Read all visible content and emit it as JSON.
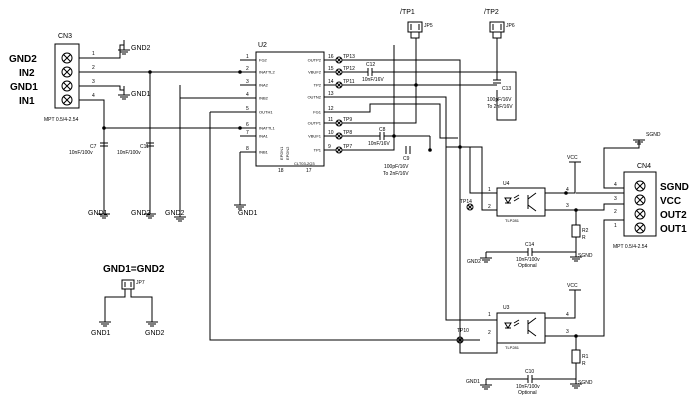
{
  "connectors": {
    "cn3": {
      "ref": "CN3",
      "part": "MPT 0.5/4-2.54",
      "labels": [
        "GND2",
        "IN2",
        "GND1",
        "IN1"
      ],
      "pins": [
        "1",
        "2",
        "3",
        "4"
      ]
    },
    "cn4": {
      "ref": "CN4",
      "part": "MPT 0.5/4-2.54",
      "labels": [
        "SGND",
        "VCC",
        "OUT2",
        "OUT1"
      ],
      "pins": [
        "4",
        "3",
        "2",
        "1"
      ]
    }
  },
  "u2": {
    "ref": "U2",
    "part": "CLT03-2Q3",
    "left_pins": [
      {
        "n": "1",
        "name": "FG2"
      },
      {
        "n": "2",
        "name": "INATTL2"
      },
      {
        "n": "3",
        "name": "INA2"
      },
      {
        "n": "4",
        "name": "INB2"
      },
      {
        "n": "5",
        "name": "OUTH1"
      },
      {
        "n": "6",
        "name": "INATTL1"
      },
      {
        "n": "7",
        "name": "INA1"
      },
      {
        "n": "8",
        "name": "INB1"
      }
    ],
    "right_pins": [
      {
        "n": "16",
        "name": "OUTP2"
      },
      {
        "n": "15",
        "name": "VBUF2"
      },
      {
        "n": "14",
        "name": "TP2"
      },
      {
        "n": "13",
        "name": "OUTN2"
      },
      {
        "n": "12",
        "name": "FG1"
      },
      {
        "n": "11",
        "name": "OUTP1"
      },
      {
        "n": "10",
        "name": "VBUF1"
      },
      {
        "n": "9",
        "name": "TP1"
      }
    ],
    "bottom_pins": [
      "18",
      "17"
    ],
    "center_labels": [
      "EPDN1",
      "EPDN2"
    ]
  },
  "testpoints": [
    "TP13",
    "TP12",
    "TP11",
    "TP9",
    "TP8",
    "TP7",
    "TP14",
    "TP10"
  ],
  "jumpers": {
    "jp5": "JP5",
    "jp6": "JP6",
    "jp7": "JP7",
    "tp1": "/TP1",
    "tp2": "/TP2",
    "gnd_equal": "GND1=GND2"
  },
  "caps": {
    "c12": {
      "ref": "C12",
      "val": "10nF/16V"
    },
    "c13": {
      "ref": "C13",
      "val": "100pF/16V",
      "note": "To 2nF/16V"
    },
    "c8": {
      "ref": "C8",
      "val": "10nF/16V"
    },
    "c9": {
      "ref": "C9",
      "val": "100pF/16V",
      "note": "To 2nF/16V"
    },
    "c7": {
      "ref": "C7",
      "val": "10nF/100v"
    },
    "c11": {
      "ref": "C11",
      "val": "10nF/100v"
    },
    "c14": {
      "ref": "C14",
      "val": "10nF/100v",
      "opt": "Optional"
    },
    "c10": {
      "ref": "C10",
      "val": "10nF/100v",
      "opt": "Optional"
    }
  },
  "resistors": {
    "r2": {
      "ref": "R2",
      "val": "R"
    },
    "r1": {
      "ref": "R1",
      "val": "R"
    }
  },
  "opto": {
    "u4": {
      "ref": "U4",
      "part": "TLP281"
    },
    "u3": {
      "ref": "U3",
      "part": "TLP281"
    }
  },
  "nets": {
    "gnd1": "GND1",
    "gnd2": "GND2",
    "sgnd": "SGND",
    "vcc": "VCC"
  },
  "pin_numbers": {
    "p1": "1",
    "p2": "2",
    "p3": "3",
    "p4": "4"
  }
}
